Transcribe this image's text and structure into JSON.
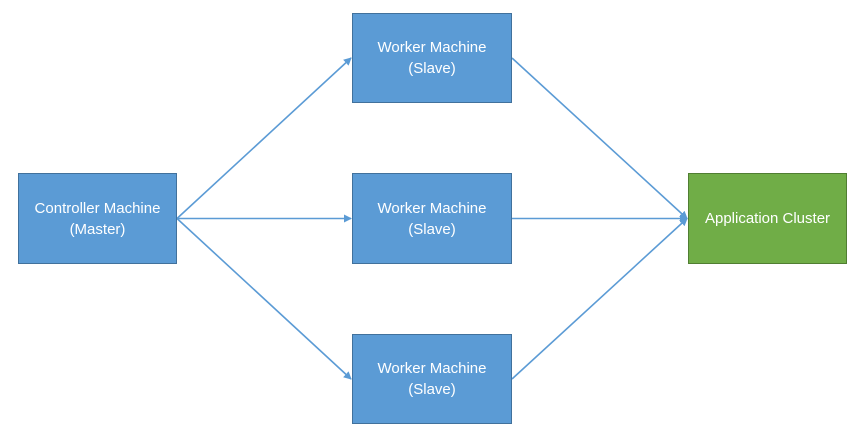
{
  "diagram": {
    "colors": {
      "node_blue": "#5b9bd5",
      "node_green": "#70ad47",
      "edge": "#5b9bd5",
      "text": "#ffffff"
    },
    "nodes": {
      "controller": {
        "line1": "Controller Machine",
        "line2": "(Master)"
      },
      "worker_1": {
        "line1": "Worker Machine",
        "line2": "(Slave)"
      },
      "worker_2": {
        "line1": "Worker Machine",
        "line2": "(Slave)"
      },
      "worker_3": {
        "line1": "Worker Machine",
        "line2": "(Slave)"
      },
      "cluster": {
        "line1": "Application Cluster"
      }
    },
    "edges": [
      {
        "from": "controller",
        "to": "worker_1"
      },
      {
        "from": "controller",
        "to": "worker_2"
      },
      {
        "from": "controller",
        "to": "worker_3"
      },
      {
        "from": "worker_1",
        "to": "cluster"
      },
      {
        "from": "worker_2",
        "to": "cluster"
      },
      {
        "from": "worker_3",
        "to": "cluster"
      }
    ]
  }
}
